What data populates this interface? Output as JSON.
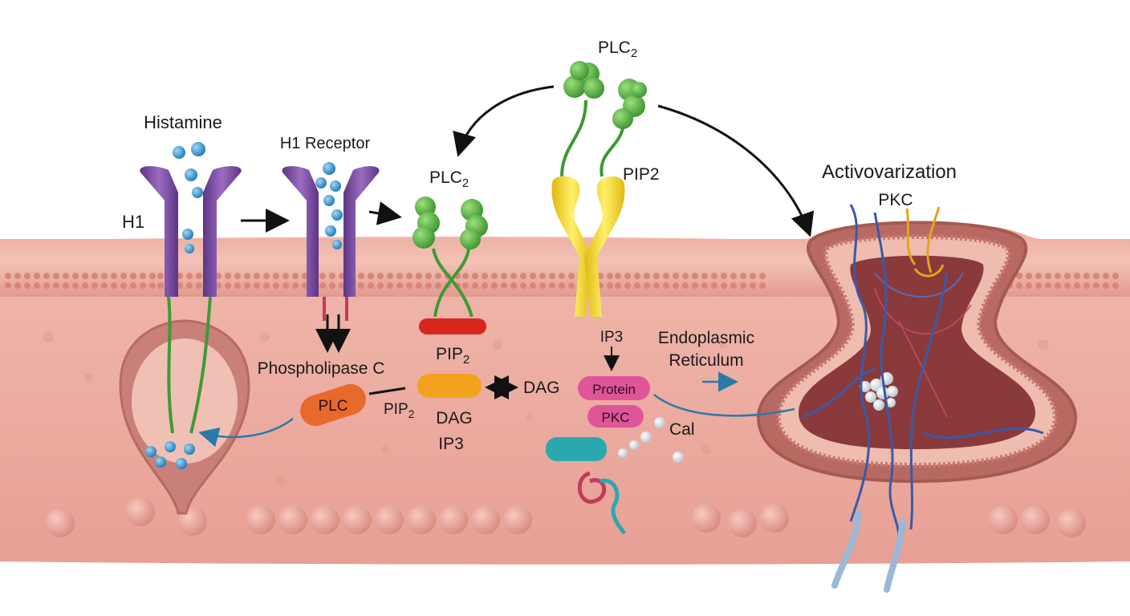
{
  "labels": {
    "histamine": "Histamine",
    "h1": "H1",
    "h1_receptor": "H1 Receptor",
    "plc2_top": "PLC",
    "plc2_top_sub": "2",
    "plc2_mid": "PLC",
    "plc2_mid_sub": "2",
    "pip2_top": "PIP2",
    "activarization": "Activovarization",
    "pkc_top": "PKC",
    "phospholipase_c": "Phospholipase C",
    "plc_pill": "PLC",
    "pip2_left": "PIP",
    "pip2_left_sub": "2",
    "pip2_center": "PIP",
    "pip2_center_sub": "2",
    "dag_right": "DAG",
    "dag_center": "DAG",
    "ip3_center": "IP3",
    "ip3_top": "IP3",
    "endoplasmic_line1": "Endoplasmic",
    "endoplasmic_line2": "Reticulum",
    "protein_pill": "Protein",
    "pkc_pill": "PKC",
    "cal": "Cal"
  },
  "colors": {
    "membrane": "#e8a39a",
    "cytoplasm": "#eeb3a8",
    "receptor": "#7b4a9c",
    "plc_green": "#4fa83a",
    "pip2_yellow": "#f2d22a",
    "plc_orange": "#e8692c",
    "dag_orange": "#f2a21c",
    "protein_pink": "#e0559a",
    "teal": "#2aa8b0",
    "er_blue": "#3a5aa8",
    "arrow_blue": "#2a7aa8"
  }
}
